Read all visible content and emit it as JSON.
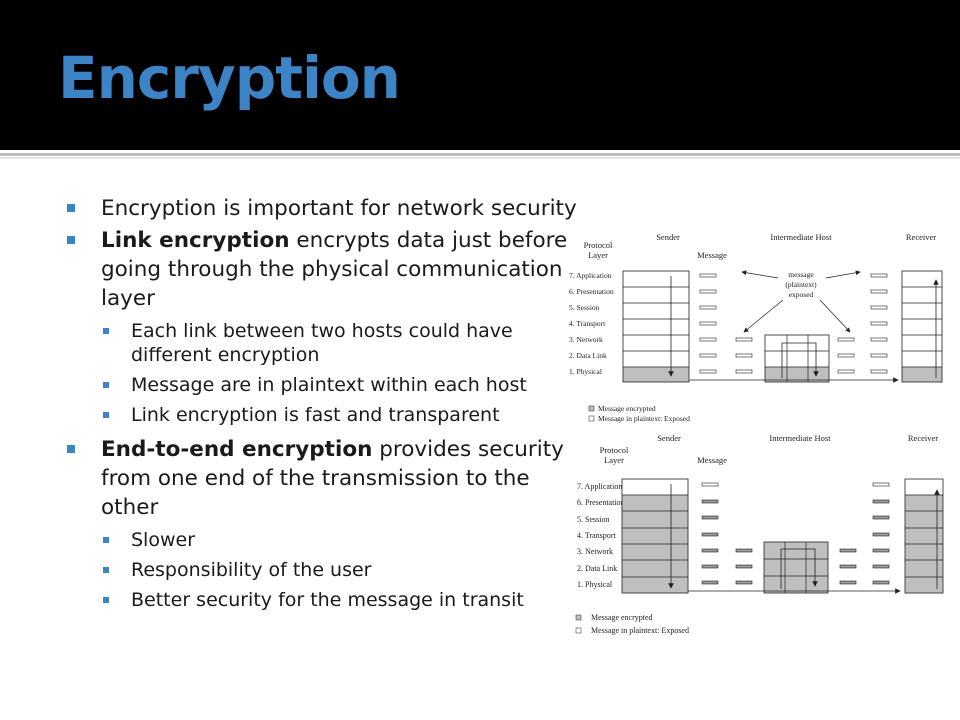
{
  "slide": {
    "title": "Encryption"
  },
  "bullets": [
    {
      "lead": "",
      "text": "Encryption is important for network security"
    },
    {
      "lead": "Link encryption",
      "text": " encrypts data just before going through the physical communication layer",
      "sub": [
        "Each link between two hosts could have different encryption",
        "Message are in plaintext within each host",
        "Link encryption is fast and transparent"
      ]
    },
    {
      "lead": "End-to-end encryption",
      "text": " provides security from one end of the transmission to the other",
      "sub": [
        "Slower",
        "Responsibility of the user",
        "Better security for the message in transit"
      ]
    }
  ],
  "diagram_link": {
    "col_protocol": "Protocol",
    "col_layer": "Layer",
    "col_sender": "Sender",
    "col_message": "Message",
    "col_intermediate": "Intermediate Host",
    "col_receiver": "Receiver",
    "layers": [
      "7. Application",
      "6. Presentation",
      "5. Session",
      "4. Transport",
      "3. Network",
      "2. Data Link",
      "1. Physical"
    ],
    "callout": [
      "message",
      "(plaintext)",
      "exposed"
    ],
    "legend_encrypted": "Message encrypted",
    "legend_plaintext": "Message in plaintext: Exposed"
  },
  "diagram_e2e": {
    "col_protocol": "Protocol",
    "col_layer": "Layer",
    "col_sender": "Sender",
    "col_message": "Message",
    "col_intermediate": "Intermediate Host",
    "col_receiver": "Receiver",
    "layers": [
      "7. Application",
      "6. Presentation",
      "5. Session",
      "4. Transport",
      "3. Network",
      "2. Data Link",
      "1. Physical"
    ],
    "legend_encrypted": "Message encrypted",
    "legend_plaintext": "Message in plaintext: Exposed"
  },
  "colors": {
    "accent": "#3d84c6",
    "titlebar": "#000000",
    "shaded": "#bfbfbf"
  }
}
